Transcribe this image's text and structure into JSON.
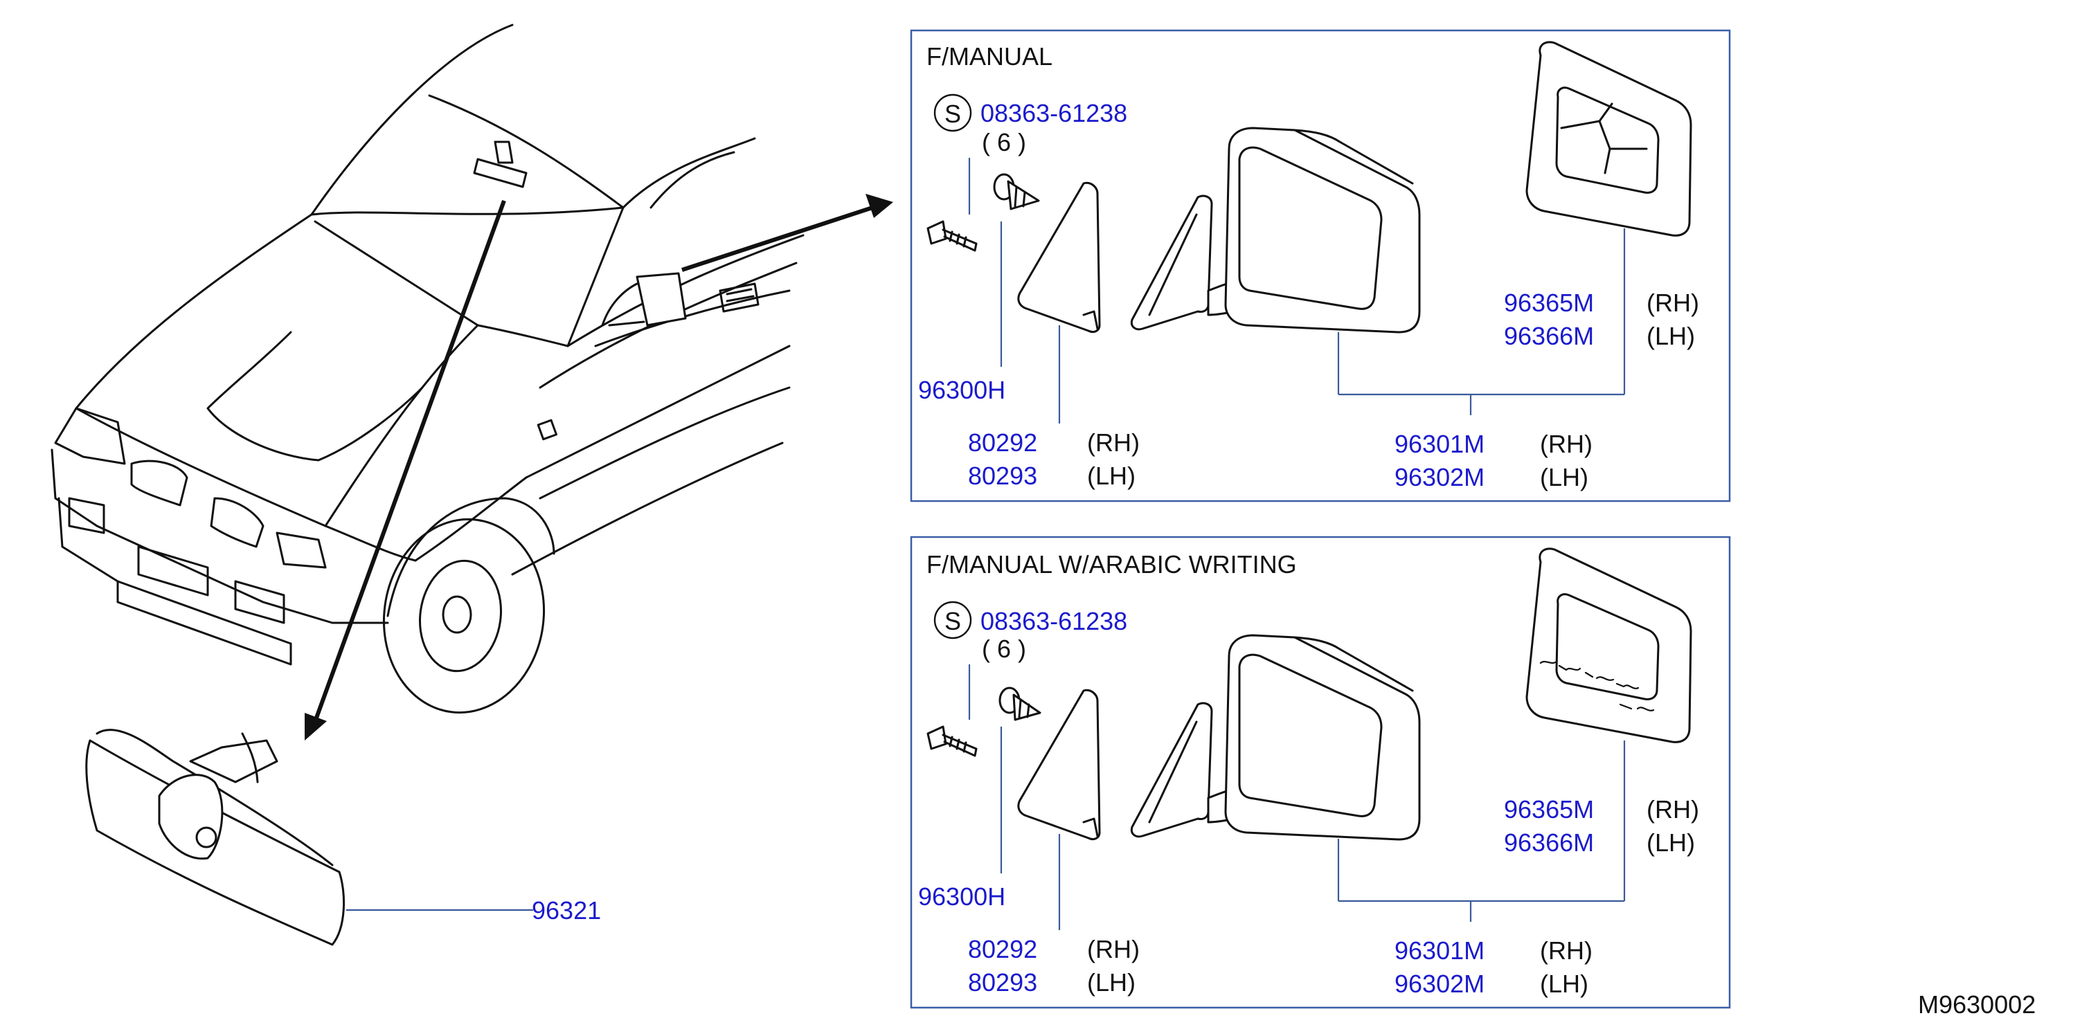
{
  "diagram_code": "M9630002",
  "main_part": {
    "number": "96321"
  },
  "panels": [
    {
      "title": "F/MANUAL",
      "screw": {
        "symbol": "S",
        "number": "08363-61238",
        "qty": "(  6  )"
      },
      "clip": {
        "number": "96300H"
      },
      "cover": [
        {
          "number": "80292",
          "side": "(RH)"
        },
        {
          "number": "80293",
          "side": "(LH)"
        }
      ],
      "mirror_glass": [
        {
          "number": "96365M",
          "side": "(RH)"
        },
        {
          "number": "96366M",
          "side": "(LH)"
        }
      ],
      "mirror_assy": [
        {
          "number": "96301M",
          "side": "(RH)"
        },
        {
          "number": "96302M",
          "side": "(LH)"
        }
      ]
    },
    {
      "title": "F/MANUAL  W/ARABIC  WRITING",
      "screw": {
        "symbol": "S",
        "number": "08363-61238",
        "qty": "(  6  )"
      },
      "clip": {
        "number": "96300H"
      },
      "cover": [
        {
          "number": "80292",
          "side": "(RH)"
        },
        {
          "number": "80293",
          "side": "(LH)"
        }
      ],
      "mirror_glass": [
        {
          "number": "96365M",
          "side": "(RH)"
        },
        {
          "number": "96366M",
          "side": "(LH)"
        }
      ],
      "mirror_assy": [
        {
          "number": "96301M",
          "side": "(RH)"
        },
        {
          "number": "96302M",
          "side": "(LH)"
        }
      ]
    }
  ]
}
